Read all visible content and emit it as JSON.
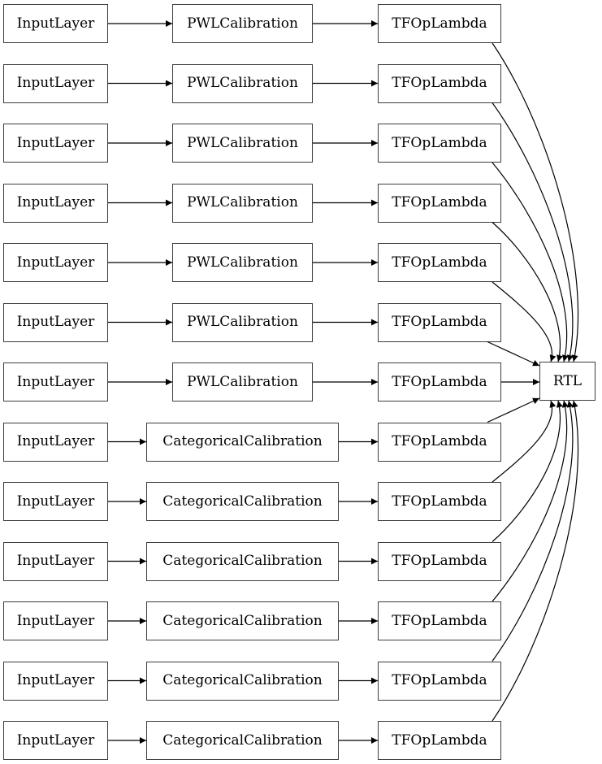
{
  "diagram": {
    "title": "lattice-model-graph",
    "direction": "left-to-right",
    "sink_label": "RTL",
    "colors": {
      "background": "#ffffff",
      "node_fill": "#ffffff",
      "node_border": "#3d3d3d",
      "edge": "#000000",
      "text": "#000000"
    },
    "rows": [
      {
        "input_label": "InputLayer",
        "calibration_label": "PWLCalibration",
        "op_label": "TFOpLambda"
      },
      {
        "input_label": "InputLayer",
        "calibration_label": "PWLCalibration",
        "op_label": "TFOpLambda"
      },
      {
        "input_label": "InputLayer",
        "calibration_label": "PWLCalibration",
        "op_label": "TFOpLambda"
      },
      {
        "input_label": "InputLayer",
        "calibration_label": "PWLCalibration",
        "op_label": "TFOpLambda"
      },
      {
        "input_label": "InputLayer",
        "calibration_label": "PWLCalibration",
        "op_label": "TFOpLambda"
      },
      {
        "input_label": "InputLayer",
        "calibration_label": "PWLCalibration",
        "op_label": "TFOpLambda"
      },
      {
        "input_label": "InputLayer",
        "calibration_label": "PWLCalibration",
        "op_label": "TFOpLambda"
      },
      {
        "input_label": "InputLayer",
        "calibration_label": "CategoricalCalibration",
        "op_label": "TFOpLambda"
      },
      {
        "input_label": "InputLayer",
        "calibration_label": "CategoricalCalibration",
        "op_label": "TFOpLambda"
      },
      {
        "input_label": "InputLayer",
        "calibration_label": "CategoricalCalibration",
        "op_label": "TFOpLambda"
      },
      {
        "input_label": "InputLayer",
        "calibration_label": "CategoricalCalibration",
        "op_label": "TFOpLambda"
      },
      {
        "input_label": "InputLayer",
        "calibration_label": "CategoricalCalibration",
        "op_label": "TFOpLambda"
      },
      {
        "input_label": "InputLayer",
        "calibration_label": "CategoricalCalibration",
        "op_label": "TFOpLambda"
      }
    ],
    "flow": [
      "input",
      "calibration",
      "op",
      "sink"
    ]
  }
}
